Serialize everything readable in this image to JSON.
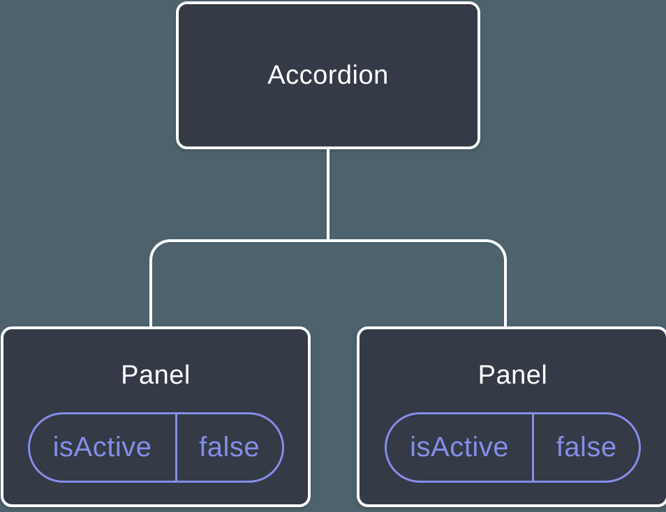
{
  "diagram": {
    "type": "component-tree",
    "root": {
      "label": "Accordion"
    },
    "children": [
      {
        "label": "Panel",
        "state": {
          "name": "isActive",
          "value": "false"
        }
      },
      {
        "label": "Panel",
        "state": {
          "name": "isActive",
          "value": "false"
        }
      }
    ],
    "colors": {
      "background": "#4d626c",
      "node_fill": "#343a46",
      "node_border": "#ffffff",
      "connector": "#ffffff",
      "state_accent": "#858ee8",
      "title_text": "#ffffff"
    }
  }
}
